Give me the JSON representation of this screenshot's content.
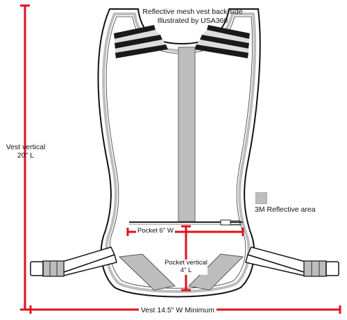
{
  "title": {
    "line1": "Reflective mesh vest back side",
    "line2": "Illustrated by USA360"
  },
  "legend": {
    "label": "3M Reflective area",
    "swatch_color": "#bdbdbd"
  },
  "dimensions": {
    "vest_vertical": {
      "line1": "Vest vertical",
      "line2": "20\" L"
    },
    "pocket_width": "Pocket 6\" W",
    "pocket_vertical": {
      "line1": "Pocket vertical",
      "line2": "4\" L"
    },
    "vest_width": "Vest  14.5\" W Minimum"
  },
  "colors": {
    "dimension_line": "#e0101b",
    "outline": "#111111",
    "reflective": "#bdbdbd",
    "stripe": "#1a1a1a"
  }
}
